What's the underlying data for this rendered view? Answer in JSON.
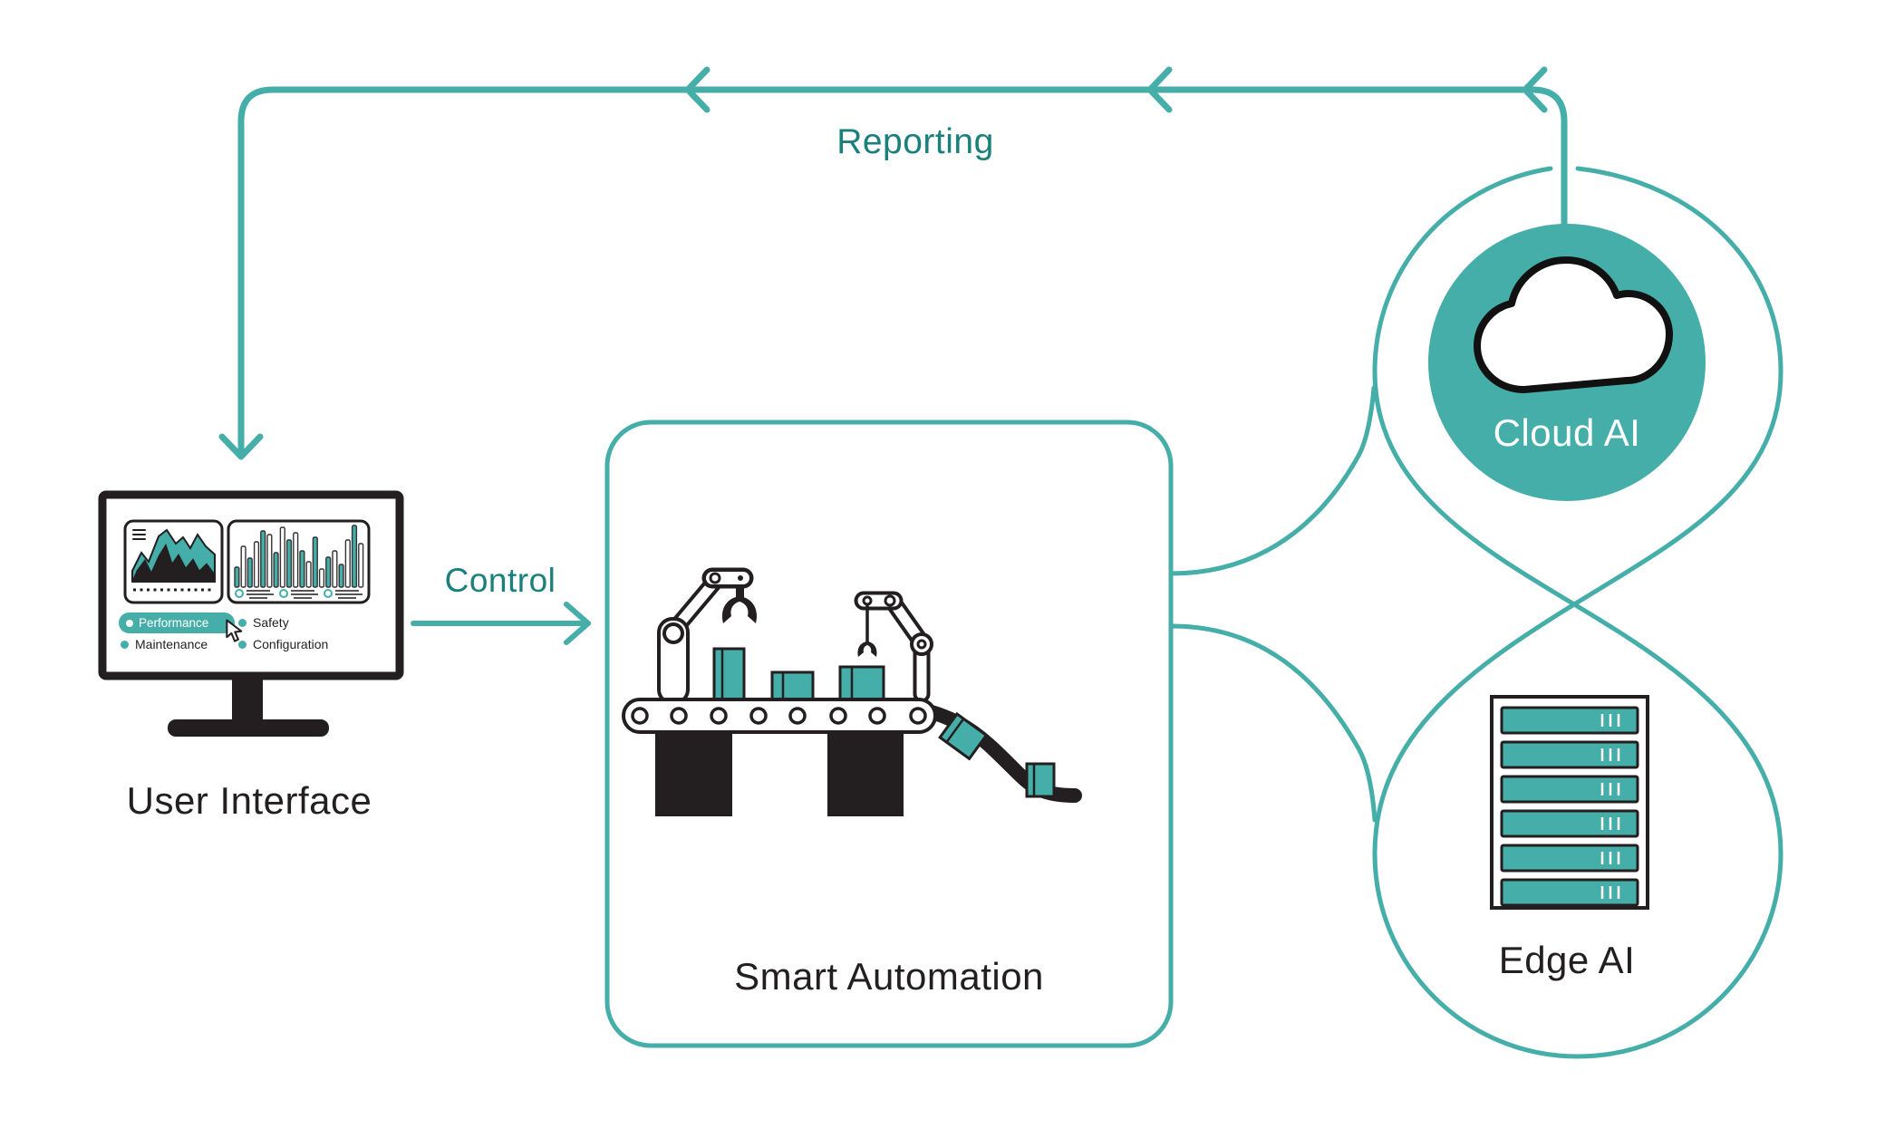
{
  "labels": {
    "reporting": "Reporting",
    "control": "Control",
    "user_interface": "User Interface",
    "smart_automation": "Smart Automation",
    "cloud_ai": "Cloud AI",
    "edge_ai": "Edge AI"
  },
  "monitor": {
    "menu": [
      {
        "label": "Performance",
        "active": true
      },
      {
        "label": "Safety",
        "active": false
      },
      {
        "label": "Maintenance",
        "active": false
      },
      {
        "label": "Configuration",
        "active": false
      }
    ],
    "bar_chart": {
      "teal_color": "#45AEA9",
      "bars": [
        {
          "h": 22,
          "teal": true
        },
        {
          "h": 45,
          "teal": false
        },
        {
          "h": 32,
          "teal": true
        },
        {
          "h": 50,
          "teal": false
        },
        {
          "h": 62,
          "teal": true
        },
        {
          "h": 58,
          "teal": false
        },
        {
          "h": 38,
          "teal": true
        },
        {
          "h": 66,
          "teal": false
        },
        {
          "h": 52,
          "teal": true
        },
        {
          "h": 60,
          "teal": false
        },
        {
          "h": 40,
          "teal": true
        },
        {
          "h": 28,
          "teal": false
        },
        {
          "h": 55,
          "teal": true
        },
        {
          "h": 20,
          "teal": false
        },
        {
          "h": 33,
          "teal": true
        },
        {
          "h": 40,
          "teal": false
        },
        {
          "h": 25,
          "teal": true
        },
        {
          "h": 52,
          "teal": false
        },
        {
          "h": 68,
          "teal": true
        },
        {
          "h": 48,
          "teal": false
        }
      ],
      "legend_items": 3
    },
    "server_rack_units": 6
  },
  "colors": {
    "teal": "#45AEA9",
    "teal_dark": "#19807B",
    "ink": "#231F20",
    "white": "#ffffff"
  }
}
